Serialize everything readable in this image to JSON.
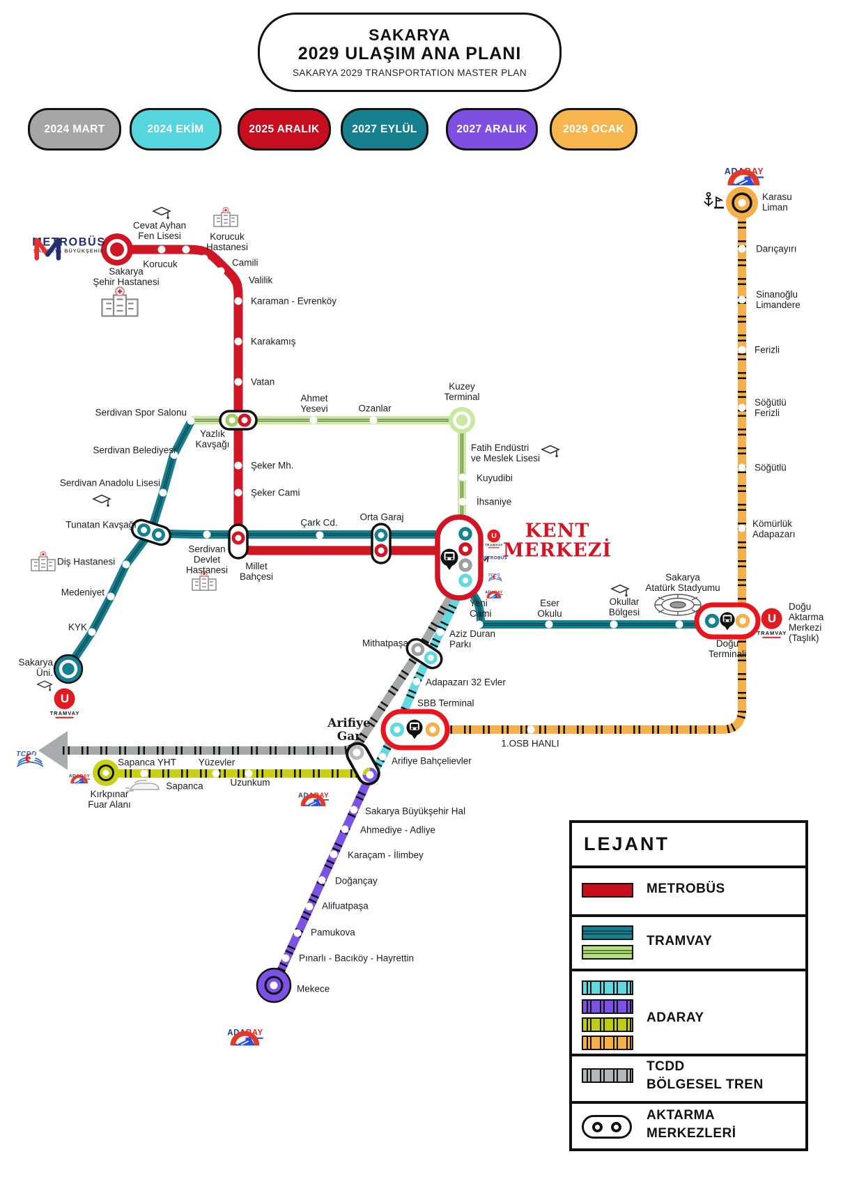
{
  "title": {
    "line1": "SAKARYA",
    "line2": "2029 ULAŞIM ANA PLANI",
    "subtitle": "SAKARYA 2029 TRANSPORTATION MASTER PLAN"
  },
  "timeline": [
    {
      "label": "2024 MART",
      "color": "#a6a6a6"
    },
    {
      "label": "2024 EKİM",
      "color": "#55d6de"
    },
    {
      "label": "2025 ARALIK",
      "color": "#c60e1f"
    },
    {
      "label": "2027 EYLÜL",
      "color": "#17808f"
    },
    {
      "label": "2027 ARALIK",
      "color": "#7e4fe0"
    },
    {
      "label": "2029 OCAK",
      "color": "#f7b54d"
    }
  ],
  "lines": {
    "metrobus": "#d01525",
    "tramvay_teal": "#15808f",
    "tramvay_green": "#c9e9a2",
    "adaray_cyan": "#62d9e0",
    "adaray_purple": "#7b52e5",
    "adaray_olive": "#bfcc11",
    "adaray_orange": "#f5b04a",
    "tcdd_gray": "#a7a8aa"
  },
  "kent_merkezi": "KENT\nMERKEZİ",
  "stations": {
    "sehir_hastanesi": "Sakarya\nŞehir Hastanesi",
    "cevat_ayhan": "Cevat Ayhan\nFen Lisesi",
    "korucuk": "Korucuk",
    "korucuk_hastanesi": "Korucuk\nHastanesi",
    "camili": "Camili",
    "valilik": "Valilik",
    "karaman": "Karaman - Evrenköy",
    "karakamis": "Karakamış",
    "vatan": "Vatan",
    "yazlik": "Yazlık\nKavşağı",
    "seker_mh": "Şeker Mh.",
    "seker_cami": "Şeker Cami",
    "millet": "Millet\nBahçesi",
    "serdivan_spor": "Serdivan Spor Salonu",
    "ahmet_yesevi": "Ahmet\nYesevi",
    "ozanlar": "Ozanlar",
    "kuzey": "Kuzey\nTerminal",
    "fatih": "Fatih Endüstri\nve Meslek Lisesi",
    "kuyudibi": "Kuyudibi",
    "ihsaniye": "İhsaniye",
    "serdivan_belediyesi": "Serdivan Belediyesi",
    "serdivan_anadolu": "Serdivan Anadolu Lisesi",
    "tunatan": "Tunatan Kavşağı",
    "serdivan_devlet": "Serdivan\nDevlet\nHastanesi",
    "dis": "Diş Hastanesi",
    "medeniyet": "Medeniyet",
    "kyk": "KYK",
    "sakarya_uni": "Sakarya\nÜni.",
    "cark": "Çark Cd.",
    "orta_garaj": "Orta Garaj",
    "yeni_cami": "Yeni\nCami",
    "eser": "Eser\nOkulu",
    "okullar": "Okullar\nBölgesi",
    "stadyum": "Sakarya\nAtatürk Stadyumu",
    "dogu_terminali": "Doğu\nTerminali",
    "karasu": "Karasu\nLiman",
    "daricayiri": "Darıçayırı",
    "sinanoglu": "Sinanoğlu\nLimandere",
    "ferizli": "Ferizli",
    "sogutlu_ferizli": "Söğütlü\nFerizli",
    "sogutlu": "Söğütlü",
    "komurluk": "Kömürlük\nAdapazarı",
    "dogu_aktarma": "Doğu\nAktarma\nMerkezi\n(Taşlık)",
    "osb": "1.OSB HANLI",
    "aziz_duran": "Aziz Duran\nParkı",
    "mithatpasa": "Mithatpaşa",
    "evler32": "Adapazarı 32 Evler",
    "sbb": "SBB Terminal",
    "bahcelievler": "Arifiye Bahçelievler",
    "sapanca_yht": "Sapanca YHT",
    "yuzevler": "Yüzevler",
    "sapanca": "Sapanca",
    "uzunkum": "Uzunkum",
    "kirkpinar": "Kırkpınar\nFuar Alanı",
    "arifiye_gar": "Arifiye\nGar",
    "hal": "Sakarya Büyükşehir Hal",
    "ahmediye": "Ahmediye - Adliye",
    "karacam": "Karaçam - İlimbey",
    "dogancay": "Doğançay",
    "alifuatpasa": "Alifuatpaşa",
    "pamukova": "Pamukova",
    "pinarli": "Pınarlı - Bacıköy - Hayrettin",
    "mekece": "Mekece"
  },
  "legend": {
    "title": "LEJANT",
    "rows": {
      "metrobus": "METROBÜS",
      "tramvay": "TRAMVAY",
      "adaray": "ADARAY",
      "tcdd": "TCDD\nBÖLGESEL TREN",
      "aktarma": "AKTARMA\nMERKEZLERİ"
    }
  },
  "logos": {
    "metrobus": "METROBÜS",
    "metrobus_sub": "SAKARYA BÜYÜKŞEHİR",
    "ada": "ADA",
    "ray": "RAY",
    "tcdd": "TCDD",
    "u": "U",
    "tramvay": "TRAMVAY"
  }
}
